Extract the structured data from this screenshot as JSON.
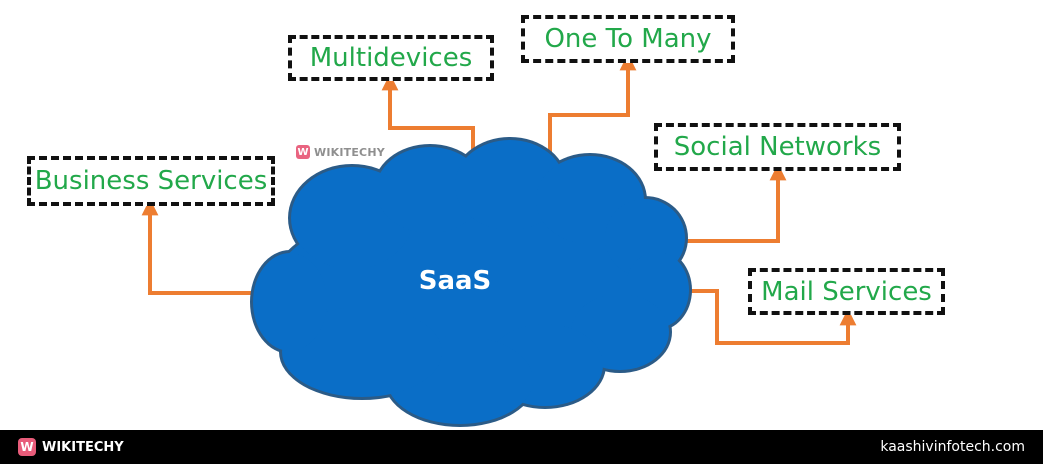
{
  "diagram": {
    "center": {
      "label": "SaaS",
      "fill": "#0a6ec7",
      "stroke": "#2b5b87"
    },
    "arrow_color": "#ed7d31",
    "label_color": "#22a84a",
    "nodes": {
      "multidevices": "Multidevices",
      "one_to_many": "One To Many",
      "social_networks": "Social Networks",
      "business_services": "Business Services",
      "mail_services": "Mail Services"
    },
    "watermark": {
      "text": "WIKITECHY",
      "logo_letter": "W"
    }
  },
  "footer": {
    "brand": "WIKITECHY",
    "logo_letter": "W",
    "site": "kaashivinfotech.com",
    "background": "#000000"
  }
}
